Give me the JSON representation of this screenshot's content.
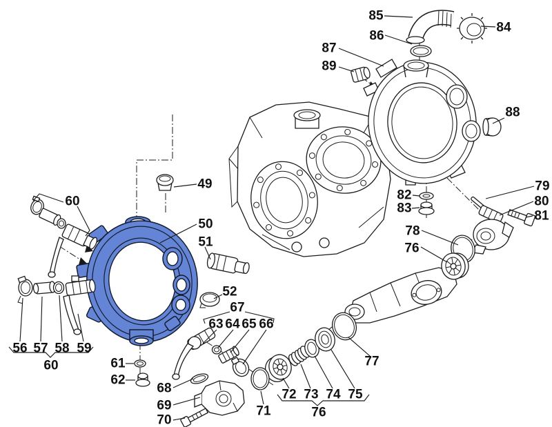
{
  "diagram": {
    "kind": "exploded-parts-diagram",
    "background": "#ffffff",
    "line_color": "#1a1a1a",
    "highlight_color": "#6484d6",
    "highlight_outline": "#131c2e",
    "highlighted_part_number": "50"
  },
  "labels": {
    "49": "49",
    "50": "50",
    "51": "51",
    "52": "52",
    "56": "56",
    "57": "57",
    "58": "58",
    "59": "59",
    "60": "60",
    "61": "61",
    "62": "62",
    "63": "63",
    "64": "64",
    "65": "65",
    "66": "66",
    "67": "67",
    "68": "68",
    "69": "69",
    "70": "70",
    "71": "71",
    "72": "72",
    "73": "73",
    "74": "74",
    "75": "75",
    "76": "76",
    "77": "77",
    "78": "78",
    "79": "79",
    "80": "80",
    "81": "81",
    "82": "82",
    "83": "83",
    "84": "84",
    "85": "85",
    "86": "86",
    "87": "87",
    "88": "88",
    "89": "89"
  },
  "label_groups": [
    {
      "bracket_label": "60",
      "groups_parts": [
        "56",
        "57",
        "58",
        "59"
      ]
    },
    {
      "bracket_label": "67",
      "groups_parts": [
        "63",
        "64",
        "65",
        "66"
      ]
    },
    {
      "bracket_label": "76",
      "groups_parts": [
        "72",
        "73",
        "74",
        "75"
      ]
    }
  ]
}
